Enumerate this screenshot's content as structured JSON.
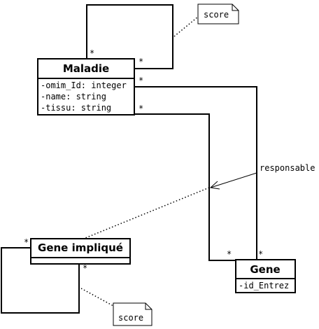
{
  "classes": {
    "maladie": {
      "name": "Maladie",
      "attributes": [
        "-omim_Id: integer",
        "-name: string",
        "-tissu: string"
      ]
    },
    "gene_implique": {
      "name": "Gene impliqué",
      "attributes": []
    },
    "gene": {
      "name": "Gene",
      "attributes": [
        "-id_Entrez"
      ]
    }
  },
  "notes": {
    "top": "score",
    "bottom": "score"
  },
  "associations": {
    "responsable": "responsable",
    "multiplicity": "*"
  }
}
